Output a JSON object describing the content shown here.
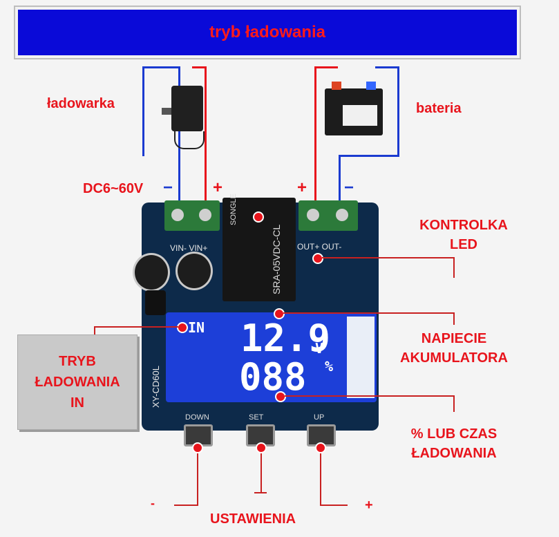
{
  "banner": {
    "title": "tryb ładowania"
  },
  "labels": {
    "charger": "ładowarka",
    "battery": "bateria",
    "dc_range": "DC6~60V",
    "minus_left": "−",
    "plus_left": "+",
    "plus_right": "+",
    "minus_right": "−",
    "led_line1": "KONTROLKA",
    "led_line2": "LED",
    "voltage_line1": "NAPIECIE",
    "voltage_line2": "AKUMULATORA",
    "percent_line1": "% LUB CZAS",
    "percent_line2": "ŁADOWANIA",
    "settings": "USTAWIENIA",
    "settings_minus": "-",
    "settings_plus": "+"
  },
  "mode_box": {
    "line1": "TRYB",
    "line2": "ŁADOWANIA",
    "line3": "IN"
  },
  "board": {
    "model": "XY-CD60L",
    "relay_brand": "SONGLE",
    "relay_model": "SRA-05VDC-CL",
    "terminals_in": "VIN- VIN+",
    "terminals_out": "OUT+ OUT-",
    "btn_down": "DOWN",
    "btn_set": "SET",
    "btn_up": "UP"
  },
  "lcd": {
    "mode": "IN",
    "voltage": "12.9",
    "voltage_unit": "V",
    "percent": "088",
    "percent_unit": "%"
  },
  "colors": {
    "accent_red": "#e8141c",
    "banner_blue": "#0a0ad8",
    "lcd_blue": "#1d3fd8",
    "wire_blue": "#1a3ad0",
    "wire_red": "#e8141c"
  }
}
